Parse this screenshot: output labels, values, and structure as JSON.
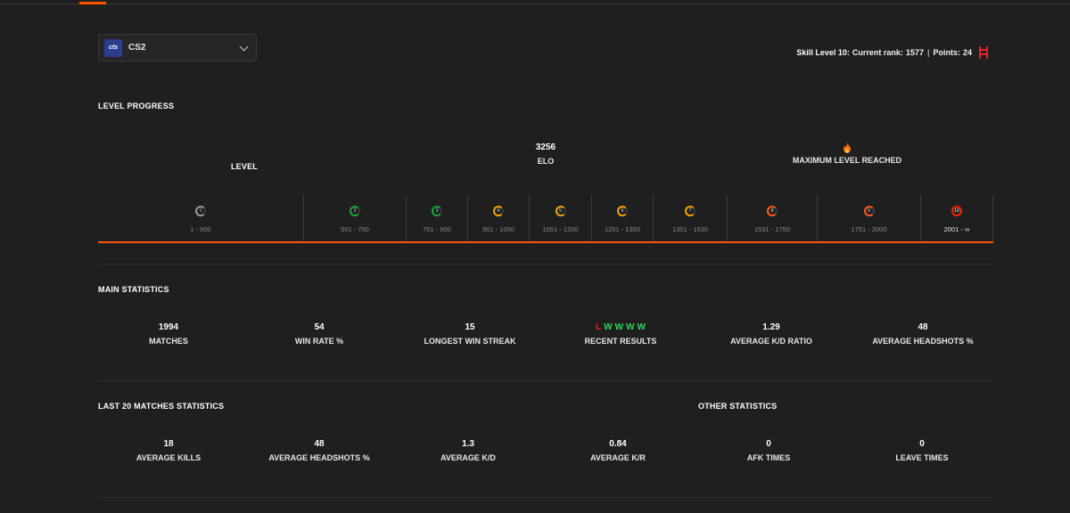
{
  "game": {
    "logo_text": "cts",
    "name": "CS2"
  },
  "skill": {
    "level_label": "Skill Level 10:",
    "rank_label": "Current rank:",
    "rank": "1577",
    "points_label": "Points:",
    "points": "24"
  },
  "level_progress": {
    "title": "LEVEL PROGRESS",
    "level_label": "LEVEL",
    "elo_value": "3256",
    "elo_label": "ELO",
    "max_label": "MAXIMUM LEVEL REACHED",
    "levels": [
      {
        "num": "1",
        "range": "1 - 500",
        "color": "#9a9a9a"
      },
      {
        "num": "2",
        "range": "501 - 750",
        "color": "#1ba936"
      },
      {
        "num": "3",
        "range": "751 - 900",
        "color": "#1ba936"
      },
      {
        "num": "4",
        "range": "901 - 1050",
        "color": "#f2a600"
      },
      {
        "num": "5",
        "range": "1051 - 1200",
        "color": "#f2a600"
      },
      {
        "num": "6",
        "range": "1201 - 1350",
        "color": "#f2a600"
      },
      {
        "num": "7",
        "range": "1351 - 1530",
        "color": "#f2a600"
      },
      {
        "num": "8",
        "range": "1531 - 1750",
        "color": "#ff5a1f"
      },
      {
        "num": "9",
        "range": "1751 - 2000",
        "color": "#ff5a1f"
      },
      {
        "num": "10",
        "range": "2001 - ∞",
        "color": "#fe1f00"
      }
    ]
  },
  "main_statistics": {
    "title": "MAIN STATISTICS",
    "matches": {
      "value": "1994",
      "label": "MATCHES"
    },
    "win_rate": {
      "value": "54",
      "label": "WIN RATE %"
    },
    "longest_streak": {
      "value": "15",
      "label": "LONGEST WIN STREAK"
    },
    "recent_results": {
      "results": [
        "L",
        "W",
        "W",
        "W",
        "W"
      ],
      "label": "RECENT RESULTS"
    },
    "avg_kd": {
      "value": "1.29",
      "label": "AVERAGE K/D RATIO"
    },
    "avg_hs": {
      "value": "48",
      "label": "AVERAGE HEADSHOTS %"
    }
  },
  "last20": {
    "title": "LAST 20 MATCHES STATISTICS",
    "avg_kills": {
      "value": "18",
      "label": "AVERAGE KILLS"
    },
    "avg_hs": {
      "value": "48",
      "label": "AVERAGE HEADSHOTS %"
    },
    "avg_kd": {
      "value": "1.3",
      "label": "AVERAGE K/D"
    },
    "avg_kr": {
      "value": "0.84",
      "label": "AVERAGE K/R"
    }
  },
  "other": {
    "title": "OTHER STATISTICS",
    "afk": {
      "value": "0",
      "label": "AFK TIMES"
    },
    "leave": {
      "value": "0",
      "label": "LEAVE TIMES"
    }
  },
  "colors": {
    "accent": "#ff5500",
    "win": "#32d35a",
    "loss": "#e0242f",
    "flame": "#ff6a00"
  }
}
